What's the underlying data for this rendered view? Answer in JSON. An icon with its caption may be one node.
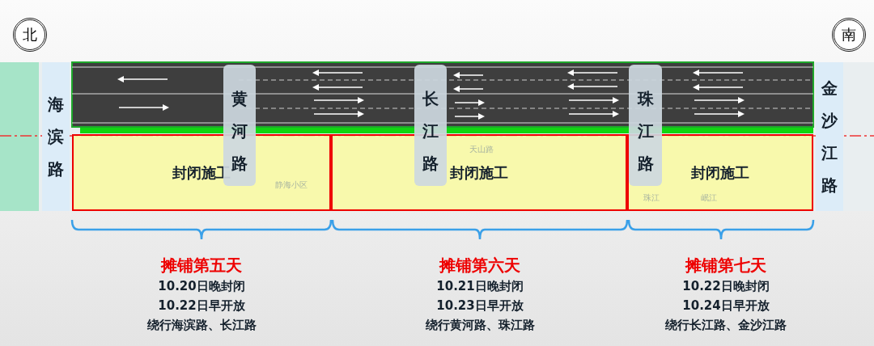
{
  "diagram": {
    "nodes": [
      {
        "text": [
          "北"
        ]
      },
      {
        "text": [
          "南"
        ]
      },
      {
        "text": [
          "海滨路"
        ]
      },
      {
        "text": [
          "黄河路"
        ]
      },
      {
        "text": [
          "长江路"
        ]
      },
      {
        "text": [
          "珠江路"
        ]
      },
      {
        "text": [
          "金沙江路"
        ]
      },
      {
        "text": [
          "封闭施工"
        ]
      },
      {
        "text": [
          "封闭施工"
        ]
      },
      {
        "text": [
          "封闭施工"
        ]
      }
    ],
    "edges": [],
    "labels": [
      "天山路",
      "静海小区",
      "珠江",
      "岷江",
      "摊铺第五天",
      "10.20日晚封闭",
      "10.22日早开放",
      "绕行海滨路、长江路",
      "摊铺第六天",
      "10.21日晚封闭",
      "10.23日早开放",
      "绕行黄河路、珠江路",
      "摊铺第七天",
      "10.22日晚封闭",
      "10.24日早开放",
      "绕行长江路、金沙江路"
    ]
  }
}
